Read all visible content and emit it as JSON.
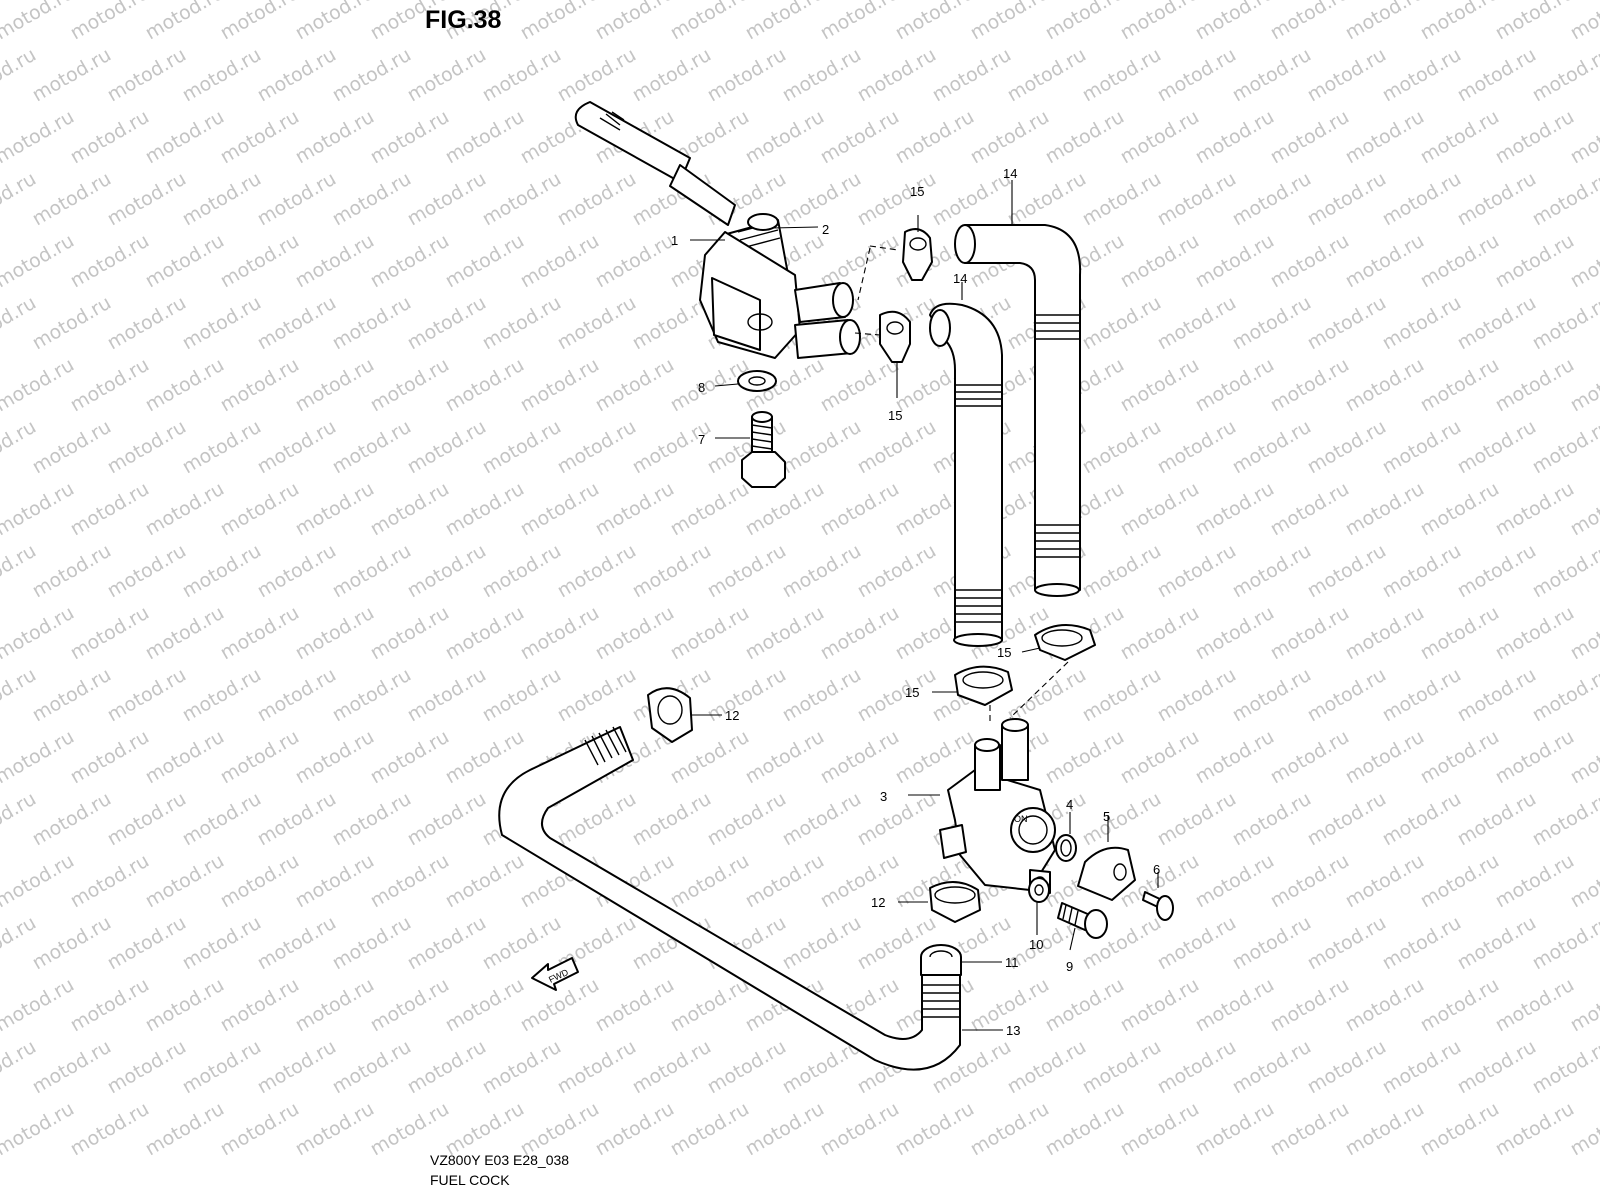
{
  "figure": {
    "title": "FIG.38"
  },
  "footer": {
    "model_code": "VZ800Y E03 E28_038",
    "caption": "FUEL COCK"
  },
  "watermark": {
    "text": "motod.ru"
  },
  "fwd_arrow": {
    "label": "FWD"
  },
  "valve_marking": "ON",
  "part_labels": [
    "1",
    "2",
    "3",
    "4",
    "5",
    "6",
    "7",
    "8",
    "9",
    "10",
    "11",
    "12",
    "12",
    "13",
    "14",
    "14",
    "15",
    "15",
    "15",
    "15"
  ],
  "colors": {
    "line": "#000000",
    "background": "#ffffff",
    "watermark": "#c4c4c4"
  }
}
